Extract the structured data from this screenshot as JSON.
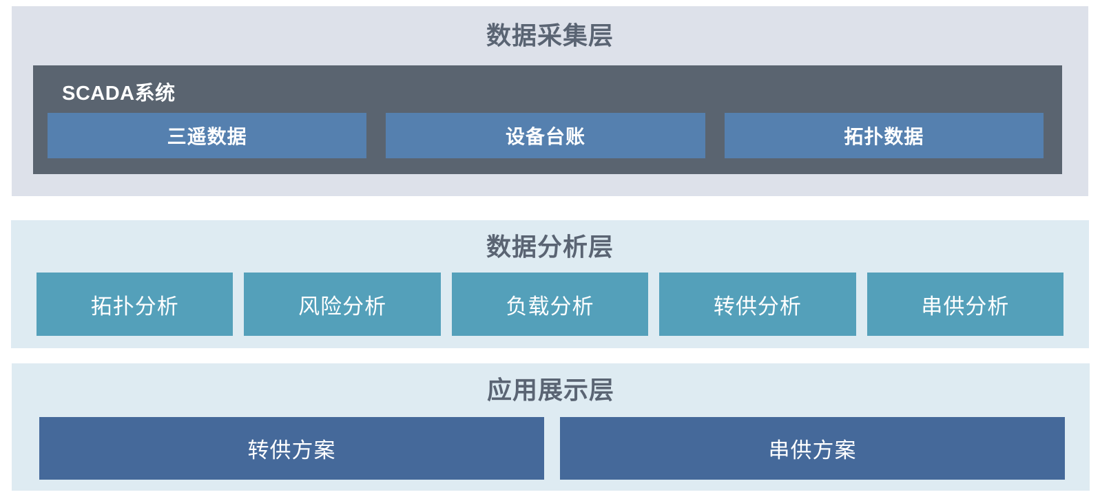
{
  "colors": {
    "panel1_bg": "#dde1ea",
    "panel2_bg": "#deebf2",
    "scada_bg": "#5a6470",
    "blue_box": "#5580af",
    "teal_box": "#54a0ba",
    "navy_box": "#45699a",
    "title_text": "#5a6473",
    "box_text": "#ffffff"
  },
  "layers": {
    "collection": {
      "title": "数据采集层",
      "scada": {
        "label": "SCADA系统",
        "boxes": [
          {
            "label": "三遥数据"
          },
          {
            "label": "设备台账"
          },
          {
            "label": "拓扑数据"
          }
        ]
      }
    },
    "analysis": {
      "title": "数据分析层",
      "boxes": [
        {
          "label": "拓扑分析"
        },
        {
          "label": "风险分析"
        },
        {
          "label": "负载分析"
        },
        {
          "label": "转供分析"
        },
        {
          "label": "串供分析"
        }
      ]
    },
    "application": {
      "title": "应用展示层",
      "boxes": [
        {
          "label": "转供方案"
        },
        {
          "label": "串供方案"
        }
      ]
    }
  }
}
